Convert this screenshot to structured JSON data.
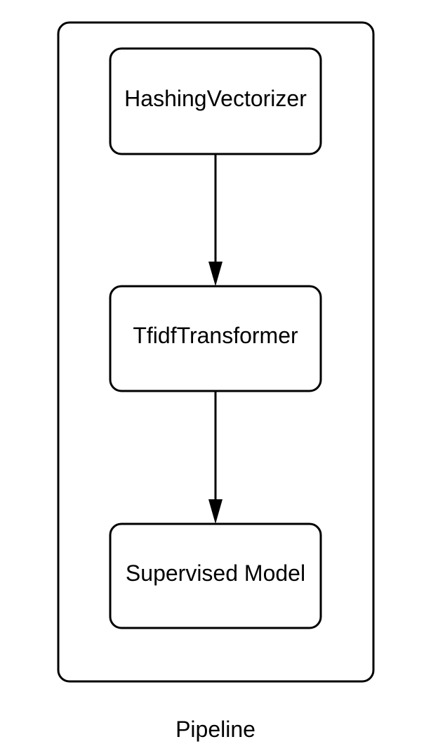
{
  "diagram": {
    "container_label": "Pipeline",
    "stroke_color": "#000000",
    "fill_color": "#ffffff",
    "nodes": [
      {
        "id": "hashing",
        "label": "HashingVectorizer"
      },
      {
        "id": "tfidf",
        "label": "TfidfTransformer"
      },
      {
        "id": "model",
        "label": "Supervised Model"
      }
    ],
    "edges": [
      {
        "from": "hashing",
        "to": "tfidf"
      },
      {
        "from": "tfidf",
        "to": "model"
      }
    ]
  }
}
